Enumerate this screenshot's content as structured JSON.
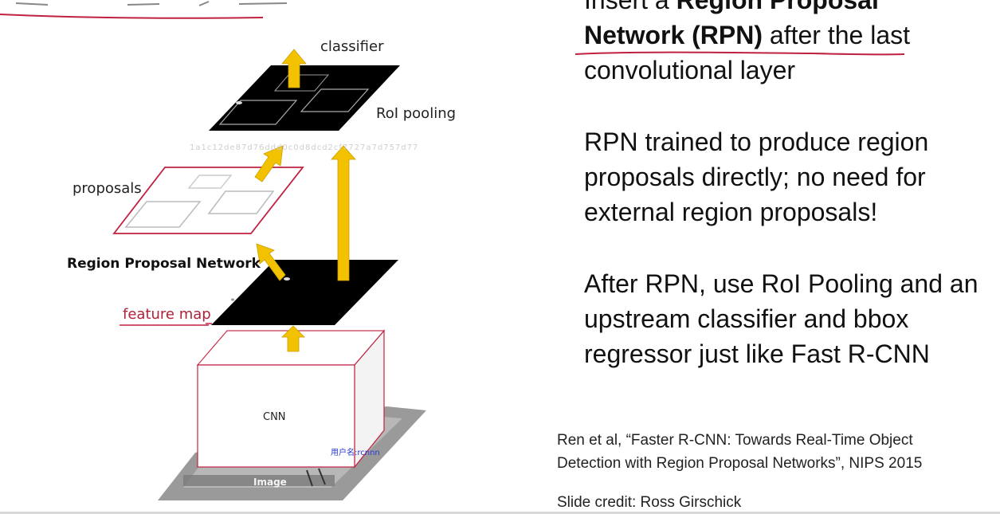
{
  "diagram": {
    "labels": {
      "classifier": "classifier",
      "roi_pooling": "RoI pooling",
      "proposals": "proposals",
      "rpn": "Region Proposal Network",
      "feature_map": "feature map",
      "cnn": "CNN",
      "image": "Image"
    },
    "watermark": "用户名:rcnnn",
    "faint_code": "1a1c12de87d76ddd0c0d8dcd2cf7727a7d757d77"
  },
  "slide": {
    "para1": {
      "pre": "Insert a ",
      "bold1": "Region Proposal",
      "bold2": "Network (RPN)",
      "post2": " after the last",
      "line3": "convolutional layer"
    },
    "para2": {
      "line1": "RPN trained to produce region",
      "line2": "proposals directly; no need for",
      "line3": "external region proposals!"
    },
    "para3": {
      "line1": "After RPN, use RoI Pooling and an",
      "line2": "upstream classifier and bbox",
      "line3": "regressor just like Fast R-CNN"
    },
    "citation": {
      "line1": "Ren et al, “Faster R-CNN: Towards Real-Time Object",
      "line2": "Detection with Region Proposal Networks”, NIPS 2015"
    },
    "credit": "Slide credit: Ross Girschick"
  },
  "colors": {
    "arrow": "#f2c200",
    "annotation_red": "#c0213f",
    "plane_black": "#000000"
  }
}
